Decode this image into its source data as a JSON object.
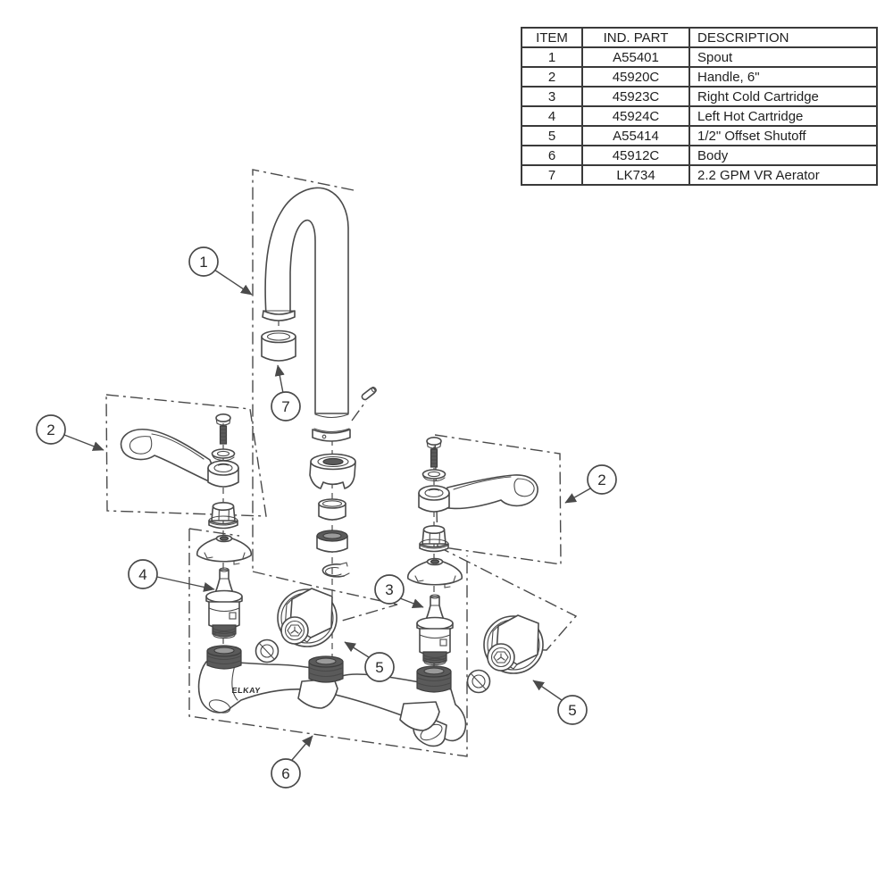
{
  "parts_table": {
    "headers": [
      "ITEM",
      "IND. PART",
      "DESCRIPTION"
    ],
    "rows": [
      {
        "item": "1",
        "part": "A55401",
        "description": "Spout"
      },
      {
        "item": "2",
        "part": "45920C",
        "description": "Handle, 6\""
      },
      {
        "item": "3",
        "part": "45923C",
        "description": "Right Cold Cartridge"
      },
      {
        "item": "4",
        "part": "45924C",
        "description": "Left Hot Cartridge"
      },
      {
        "item": "5",
        "part": "A55414",
        "description": "1/2\" Offset Shutoff"
      },
      {
        "item": "6",
        "part": "45912C",
        "description": "Body"
      },
      {
        "item": "7",
        "part": "LK734",
        "description": "2.2 GPM VR Aerator"
      }
    ]
  },
  "diagram": {
    "brand_label": "ELKAY",
    "callouts": {
      "spout": "1",
      "handle_left": "2",
      "handle_right": "2",
      "right_cold_cartridge": "3",
      "left_hot_cartridge": "4",
      "shutoff_center": "5",
      "shutoff_right": "5",
      "body": "6",
      "aerator": "7"
    },
    "colors": {
      "line": "#4a4a4a",
      "dark_fill": "#5a5a5a"
    }
  }
}
